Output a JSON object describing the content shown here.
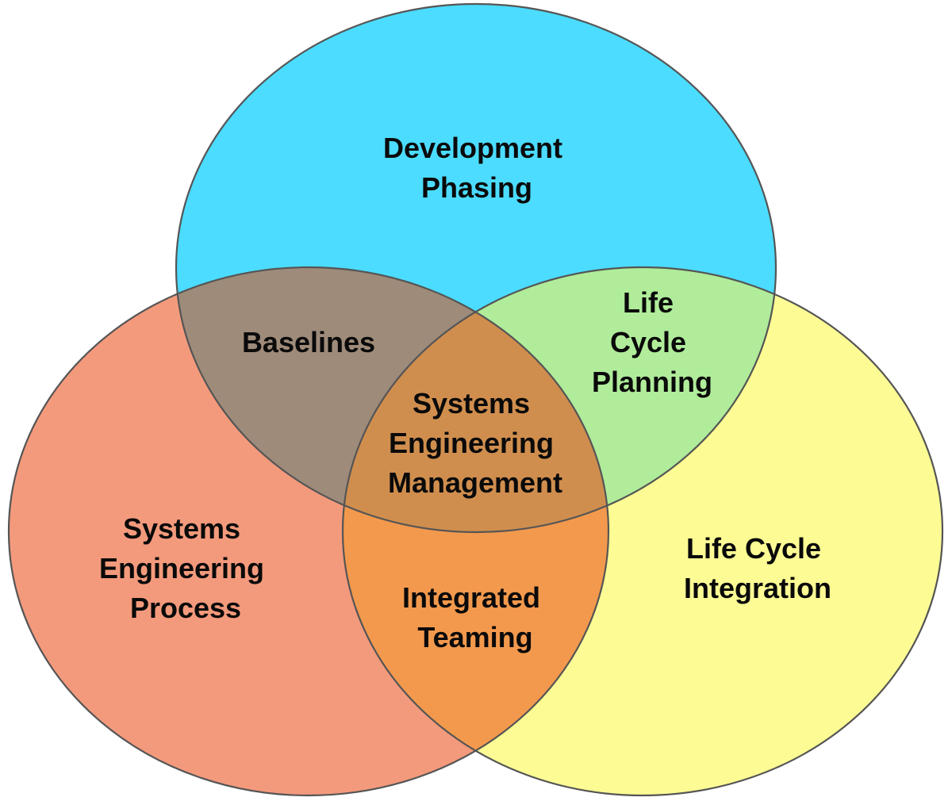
{
  "diagram": {
    "sets": [
      {
        "id": "top",
        "color": "#4bdcff"
      },
      {
        "id": "left",
        "color": "#f49a7c"
      },
      {
        "id": "right",
        "color": "#fdfb94"
      }
    ],
    "overlap_colors": {
      "top_left": "#9e8b7a",
      "top_right": "#b0ec9a",
      "left_right": "#f3994d",
      "center": "#d08e4e"
    },
    "regions": {
      "top_only": [
        "Development",
        "Phasing"
      ],
      "left_only": [
        "Systems",
        "Engineering",
        "Process"
      ],
      "right_only": [
        "Life Cycle",
        "Integration"
      ],
      "top_left": [
        "Baselines"
      ],
      "top_right": [
        "Life",
        "Cycle",
        "Planning"
      ],
      "left_right": [
        "Integrated",
        "Teaming"
      ],
      "center": [
        "Systems",
        "Engineering",
        "Management"
      ]
    }
  }
}
